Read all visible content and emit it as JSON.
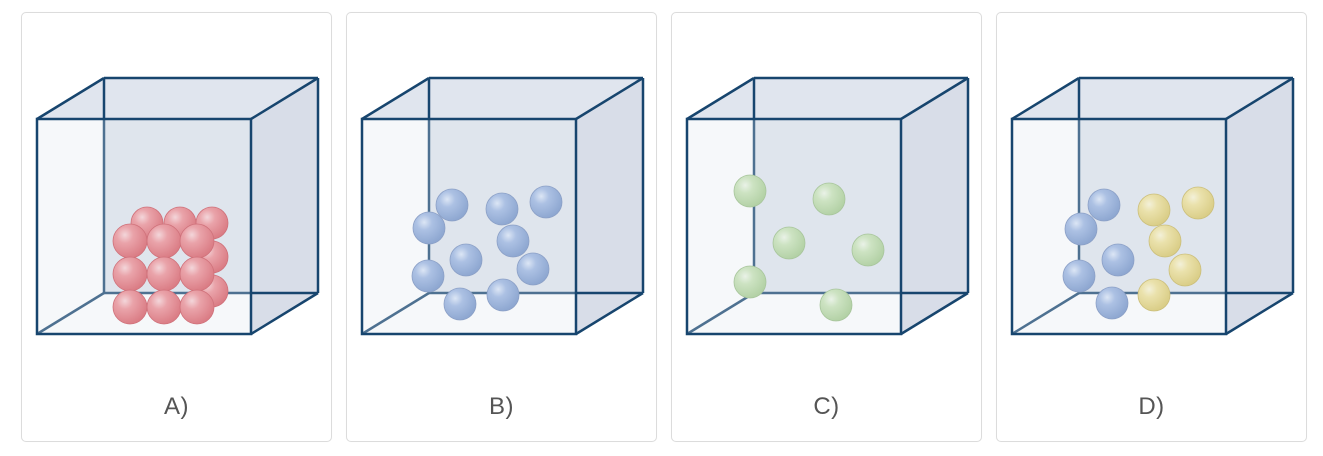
{
  "options": [
    {
      "id": "A",
      "label": "A)",
      "particle_color": "#e8747c",
      "particle_count": 18
    },
    {
      "id": "B",
      "label": "B)",
      "particle_color": "#8fa8d8",
      "particle_count": 10
    },
    {
      "id": "C",
      "label": "C)",
      "particle_color": "#bfdcaa",
      "particle_count": 6
    },
    {
      "id": "D",
      "label": "D)",
      "particle_color_1": "#8fa8d8",
      "particle_color_2": "#ecdd8a",
      "particle_count": 10
    }
  ],
  "colors": {
    "box_fill": "#e0e5ee",
    "box_stroke": "#17456e",
    "card_border": "#dcdcdc",
    "label_text": "#555555"
  }
}
